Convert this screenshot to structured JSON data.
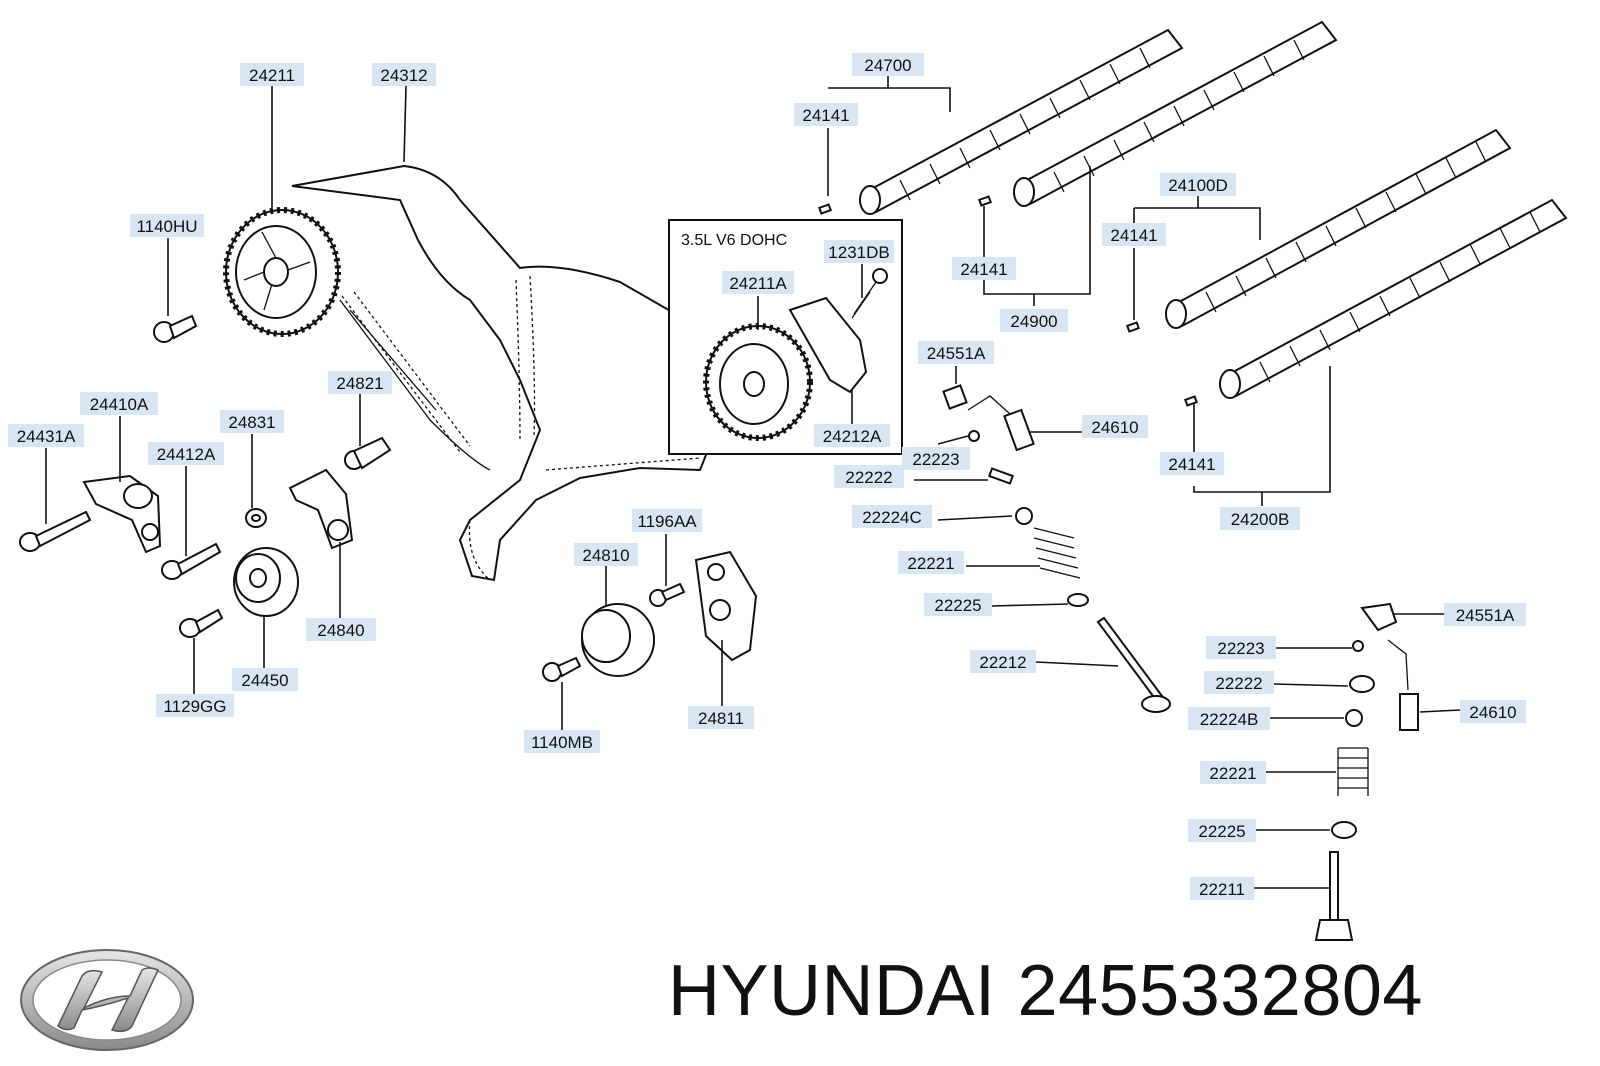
{
  "diagram": {
    "inset_title": "3.5L  V6  DOHC",
    "labels": {
      "l24211": "24211",
      "l24312": "24312",
      "l24700": "24700",
      "l24141a": "24141",
      "l1140HU": "1140HU",
      "l24100D": "24100D",
      "l24141b": "24141",
      "l24141c": "24141",
      "l1231DB": "1231DB",
      "l24211A": "24211A",
      "l24900": "24900",
      "l24551Aa": "24551A",
      "l24821": "24821",
      "l24410A": "24410A",
      "l24431A": "24431A",
      "l24831": "24831",
      "l24412A": "24412A",
      "l24212A": "24212A",
      "l24610a": "24610",
      "l22223a": "22223",
      "l22222a": "22222",
      "l24141d": "24141",
      "l1196AA": "1196AA",
      "l22224C": "22224C",
      "l24200B": "24200B",
      "l24810": "24810",
      "l22221a": "22221",
      "l24840": "24840",
      "l22225a": "22225",
      "l24551Ab": "24551A",
      "l24450": "24450",
      "l22223b": "22223",
      "l22212": "22212",
      "l22222b": "22222",
      "l24610b": "24610",
      "l1129GG": "1129GG",
      "l24811": "24811",
      "l22224B": "22224B",
      "l1140MB": "1140MB",
      "l22221b": "22221",
      "l22225b": "22225",
      "l22211": "22211"
    }
  },
  "footer": {
    "brand": "HYUNDAI",
    "part_number": "2455332804",
    "logo_icon": "hyundai-logo-icon"
  },
  "colors": {
    "label_background": "#d8e6f3",
    "ink": "#111111"
  }
}
